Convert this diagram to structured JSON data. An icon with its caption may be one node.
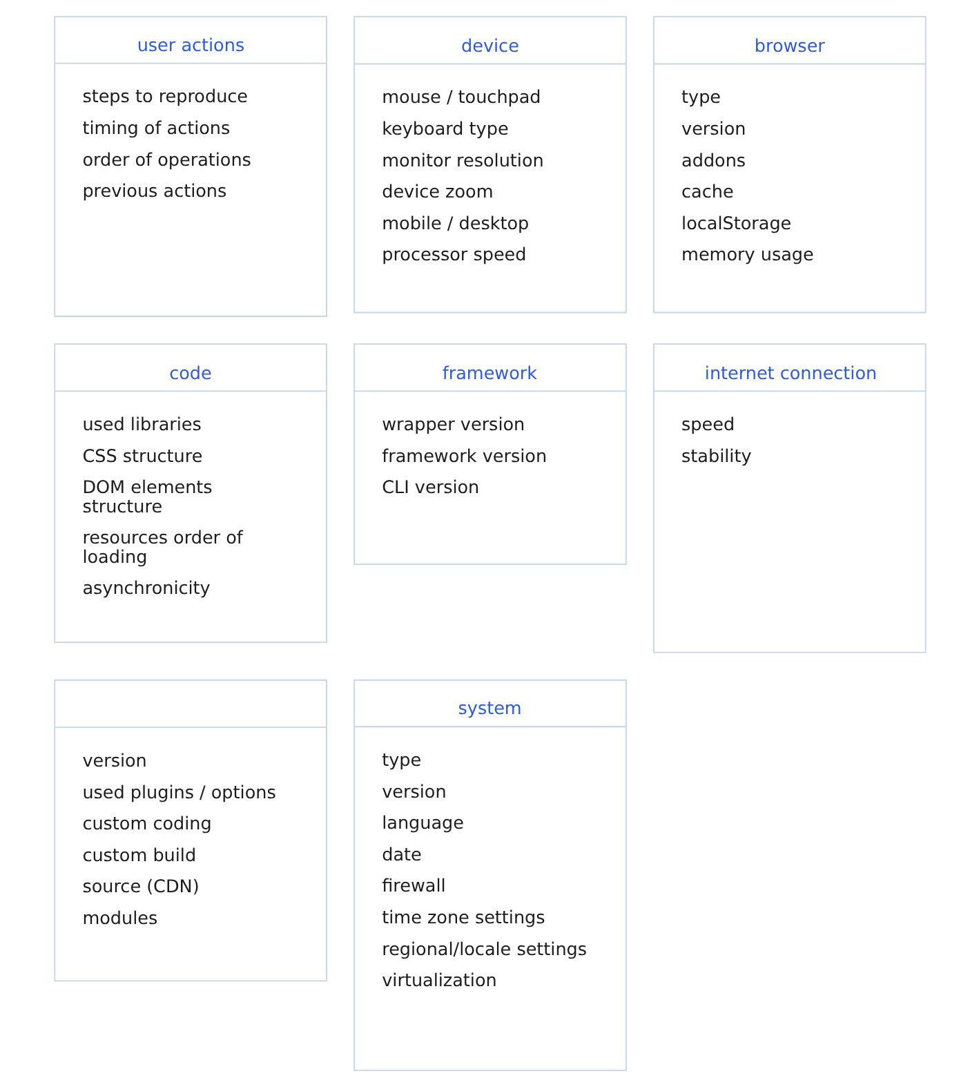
{
  "diagram": {
    "nodes": [
      {
        "text": [
          "user actions",
          "steps to reproduce",
          "timing of actions",
          "order of operations",
          "previous actions"
        ]
      },
      {
        "text": [
          "device",
          "mouse / touchpad",
          "keyboard type",
          "monitor resolution",
          "device zoom",
          "mobile / desktop",
          "processor speed"
        ]
      },
      {
        "text": [
          "browser",
          "type",
          "version",
          "addons",
          "cache",
          "localStorage",
          "memory usage"
        ]
      },
      {
        "text": [
          "code",
          "used libraries",
          "CSS structure",
          "DOM elements structure",
          "resources order of loading",
          "asynchronicity"
        ]
      },
      {
        "text": [
          "framework",
          "wrapper version",
          "framework version",
          "CLI version"
        ]
      },
      {
        "text": [
          "internet connection",
          "speed",
          "stability"
        ]
      },
      {
        "text": [
          "system",
          "type",
          "version",
          "language",
          "date",
          "firewall",
          "time zone settings",
          "regional/locale settings",
          "virtualization"
        ]
      },
      {
        "text": [
          "version",
          "used plugins / options",
          "custom coding",
          "custom build",
          "source (CDN)",
          "modules"
        ]
      }
    ]
  }
}
